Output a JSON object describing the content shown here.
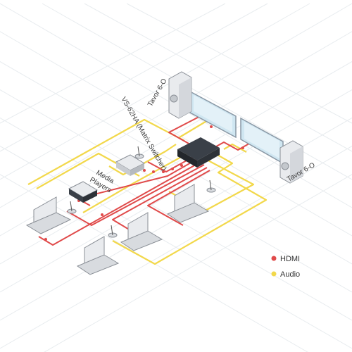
{
  "labels": {
    "speaker_top": "Tavor 6-O",
    "speaker_right": "Tavor 6-O",
    "switcher": "VS-62HA (Matrix Switcher)",
    "media_players": [
      "Media",
      "Players"
    ]
  },
  "legend": {
    "hdmi": {
      "label": "HDMI",
      "color": "#e04a4a"
    },
    "audio": {
      "label": "Audio",
      "color": "#f2d84b"
    }
  },
  "colors": {
    "grid": "#e8ecef",
    "device_dark": "#3a4048",
    "device_light": "#e9ebee",
    "screen": "#cfe6f1"
  },
  "icons": [
    "speaker-icon",
    "display-icon",
    "switcher-icon",
    "media-player-icon",
    "laptop-icon",
    "microphone-icon"
  ]
}
